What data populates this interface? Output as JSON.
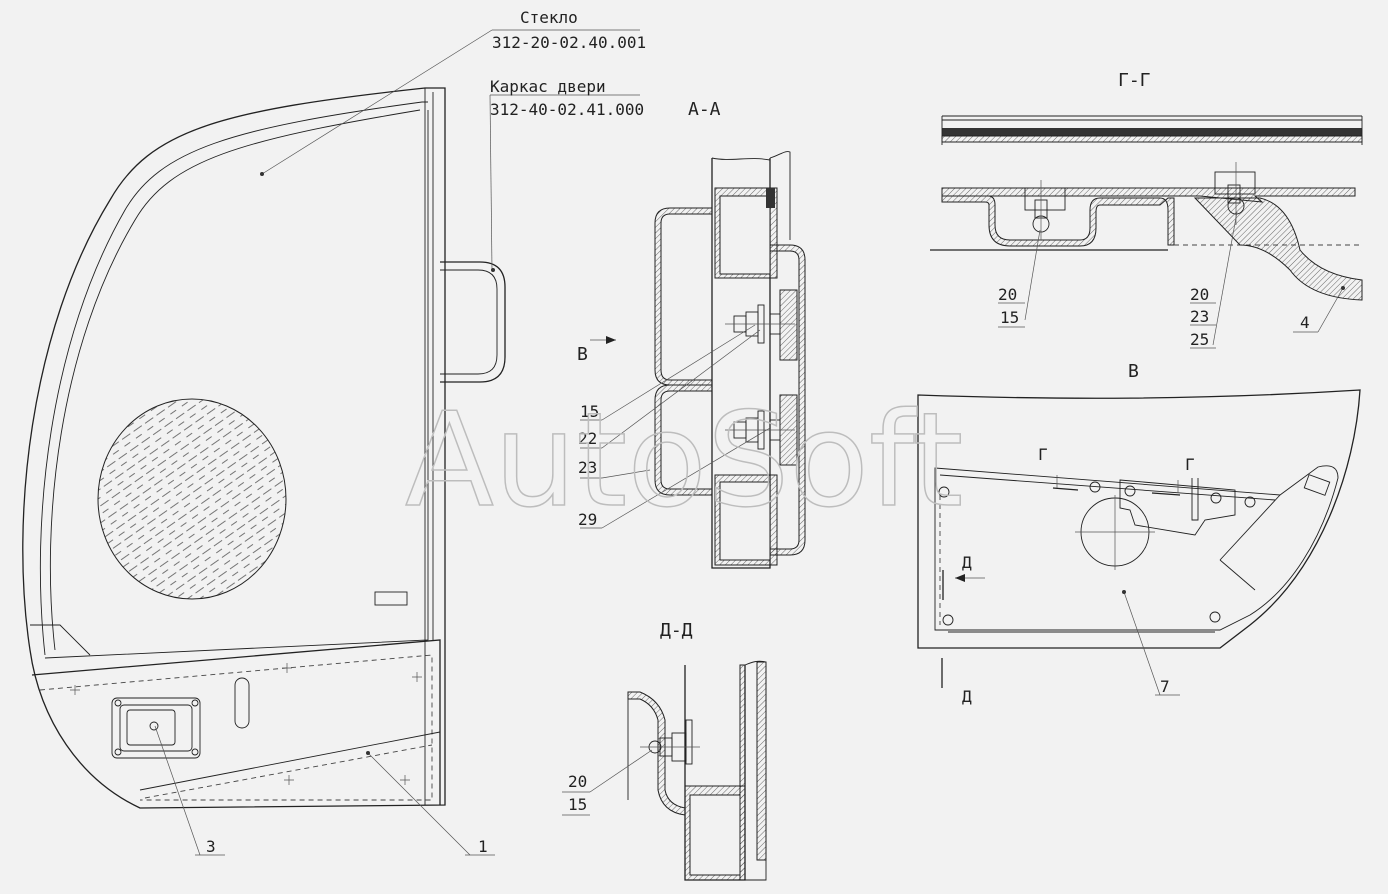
{
  "watermark": "AutoSoft",
  "callouts": {
    "glass_name": "Стекло",
    "glass_code": "312-20-02.40.001",
    "frame_name": "Каркас двери",
    "frame_code": "312-40-02.41.000"
  },
  "sections": {
    "aa": "А-А",
    "gg": "Г-Г",
    "dd": "Д-Д",
    "view_b": "В",
    "arrow_b": "В",
    "cut_g": "Г",
    "cut_d": "Д"
  },
  "positions": {
    "p1": "1",
    "p3": "3",
    "p4": "4",
    "p7": "7",
    "aa_15": "15",
    "aa_22": "22",
    "aa_23": "23",
    "aa_29": "29",
    "gg_left_top": "20",
    "gg_left_bottom": "15",
    "gg_right_top": "20",
    "gg_right_mid": "23",
    "gg_right_bottom": "25",
    "dd_top": "20",
    "dd_bottom": "15"
  }
}
